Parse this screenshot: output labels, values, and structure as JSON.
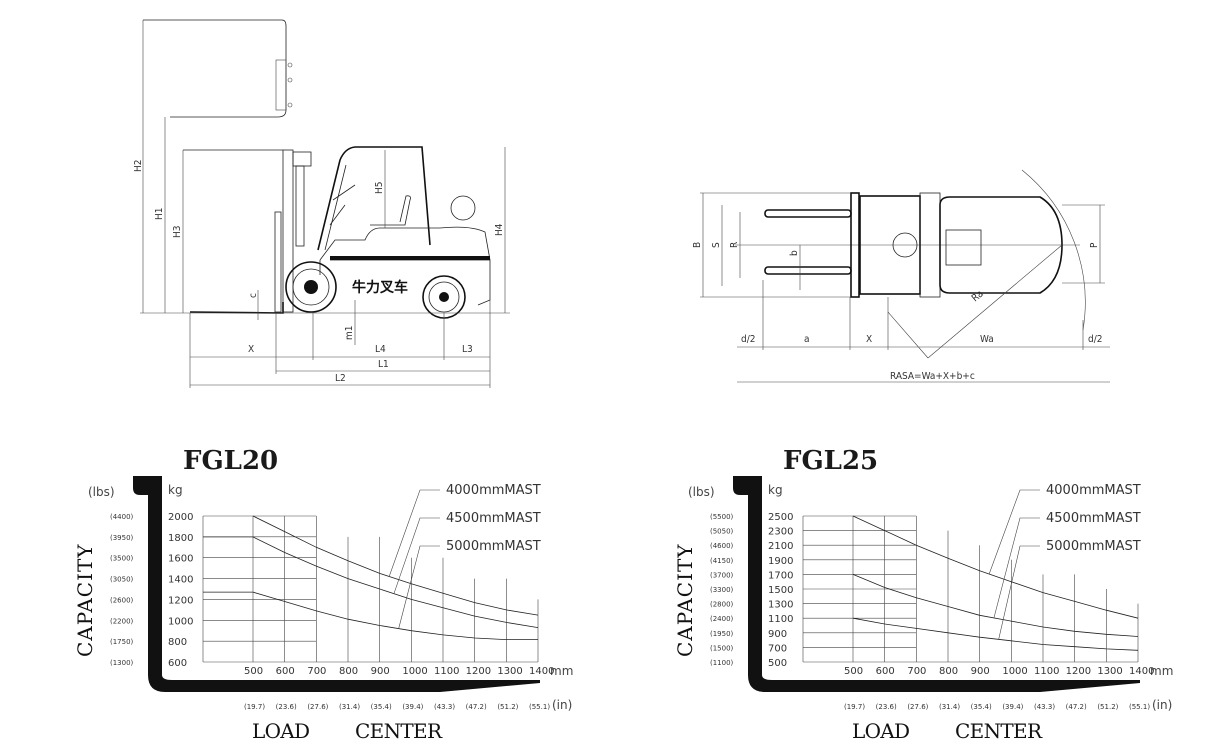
{
  "side_view": {
    "labels": {
      "h2": "H2",
      "h1": "H1",
      "h3": "H3",
      "h4": "H4",
      "h5": "H5",
      "c": "c",
      "m1": "m1",
      "x": "X",
      "l4": "L4",
      "l3": "L3",
      "l1": "L1",
      "l2": "L2"
    },
    "brand_text": "牛力叉车"
  },
  "top_view": {
    "labels": {
      "b_upper": "B",
      "s": "S",
      "r": "R",
      "b": "b",
      "p": "P",
      "ra": "Ra",
      "d2_left": "d/2",
      "a": "a",
      "x": "X",
      "wa": "Wa",
      "d2_right": "d/2",
      "rasa": "RASA=Wa+X+b+c"
    }
  },
  "chart_data": [
    {
      "type": "line",
      "title": "FGL20",
      "ylabel": "CAPACITY",
      "xlabel": "LOAD CENTER",
      "y_unit": "kg",
      "y2_unit": "(lbs)",
      "x_unit": "mm",
      "x2_unit": "(in)",
      "x_ticks": [
        500,
        600,
        700,
        800,
        900,
        1000,
        1100,
        1200,
        1300,
        1400
      ],
      "x_ticks_in": [
        "(19.7)",
        "(23.6)",
        "(27.6)",
        "(31.4)",
        "(35.4)",
        "(39.4)",
        "(43.3)",
        "(47.2)",
        "(51.2)",
        "(55.1)"
      ],
      "y_ticks": [
        2000,
        1800,
        1600,
        1400,
        1200,
        1000,
        800,
        600
      ],
      "y_ticks_lbs": [
        "(4400)",
        "(3950)",
        "(3500)",
        "(3050)",
        "(2600)",
        "(2200)",
        "(1750)",
        "(1300)"
      ],
      "ylim": [
        600,
        2000
      ],
      "xlim": [
        500,
        1400
      ],
      "grid": true,
      "grid_steps": [
        [
          700,
          2000
        ],
        [
          900,
          1800
        ],
        [
          1100,
          1600
        ],
        [
          1300,
          1400
        ],
        [
          1400,
          1200
        ]
      ],
      "x": [
        500,
        600,
        700,
        800,
        900,
        1000,
        1100,
        1200,
        1300,
        1400
      ],
      "series": [
        {
          "name": "4000mmMAST",
          "values": [
            2000,
            1850,
            1700,
            1570,
            1450,
            1350,
            1260,
            1170,
            1100,
            1050
          ]
        },
        {
          "name": "4500mmMAST",
          "values": [
            1800,
            1650,
            1520,
            1400,
            1300,
            1200,
            1120,
            1040,
            980,
            930
          ]
        },
        {
          "name": "5000mmMAST",
          "values": [
            1270,
            1180,
            1090,
            1010,
            950,
            900,
            860,
            830,
            815,
            815
          ]
        }
      ]
    },
    {
      "type": "line",
      "title": "FGL25",
      "ylabel": "CAPACITY",
      "xlabel": "LOAD CENTER",
      "y_unit": "kg",
      "y2_unit": "(lbs)",
      "x_unit": "mm",
      "x2_unit": "(in)",
      "x_ticks": [
        500,
        600,
        700,
        800,
        900,
        1000,
        1100,
        1200,
        1300,
        1400
      ],
      "x_ticks_in": [
        "(19.7)",
        "(23.6)",
        "(27.6)",
        "(31.4)",
        "(35.4)",
        "(39.4)",
        "(43.3)",
        "(47.2)",
        "(51.2)",
        "(55.1)"
      ],
      "y_ticks": [
        2500,
        2300,
        2100,
        1900,
        1700,
        1500,
        1300,
        1100,
        900,
        700,
        500
      ],
      "y_ticks_lbs": [
        "(5500)",
        "(5050)",
        "(4600)",
        "(4150)",
        "(3700)",
        "(3300)",
        "(2800)",
        "(2400)",
        "(1950)",
        "(1500)",
        "(1100)"
      ],
      "ylim": [
        500,
        2500
      ],
      "xlim": [
        500,
        1400
      ],
      "grid": true,
      "grid_steps": [
        [
          700,
          2500
        ],
        [
          800,
          2300
        ],
        [
          900,
          2100
        ],
        [
          1000,
          1900
        ],
        [
          1200,
          1700
        ],
        [
          1300,
          1500
        ],
        [
          1400,
          1300
        ]
      ],
      "x": [
        500,
        600,
        700,
        800,
        900,
        1000,
        1100,
        1200,
        1300,
        1400
      ],
      "series": [
        {
          "name": "4000mmMAST",
          "values": [
            2500,
            2300,
            2100,
            1920,
            1750,
            1600,
            1450,
            1330,
            1210,
            1100
          ]
        },
        {
          "name": "4500mmMAST",
          "values": [
            1700,
            1520,
            1380,
            1260,
            1140,
            1060,
            980,
            920,
            880,
            850
          ]
        },
        {
          "name": "5000mmMAST",
          "values": [
            1100,
            1020,
            960,
            900,
            840,
            790,
            740,
            710,
            680,
            660
          ]
        }
      ]
    }
  ]
}
